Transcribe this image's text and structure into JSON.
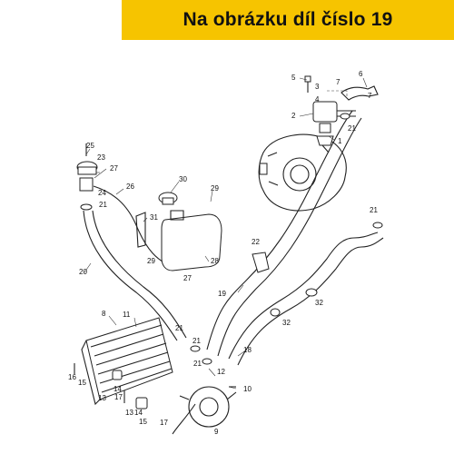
{
  "banner": {
    "title": "Na obrázku díl číslo 19"
  },
  "callouts": [
    "1",
    "2",
    "3",
    "4",
    "5",
    "6",
    "7",
    "7",
    "8",
    "9",
    "10",
    "11",
    "12",
    "13",
    "13",
    "14",
    "14",
    "15",
    "15",
    "16",
    "17",
    "17",
    "18",
    "19",
    "20",
    "21",
    "21",
    "21",
    "21",
    "21",
    "21",
    "22",
    "23",
    "24",
    "25",
    "26",
    "27",
    "27",
    "28",
    "29",
    "29",
    "30",
    "31",
    "32",
    "32"
  ],
  "colors": {
    "banner": "#f6c400",
    "ink": "#222222"
  }
}
